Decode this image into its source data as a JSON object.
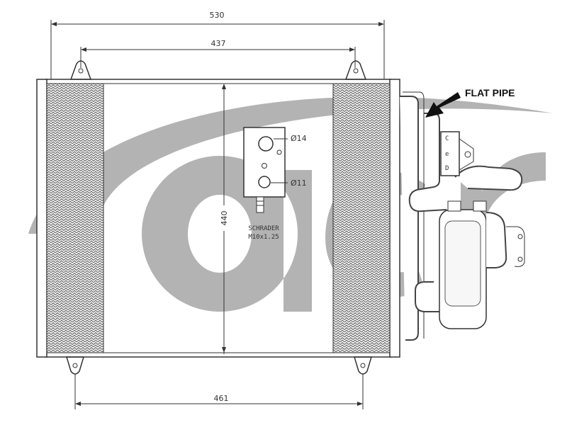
{
  "dimensions": {
    "overall_width": "530",
    "bracket_spacing_top": "437",
    "core_height": "440",
    "bracket_spacing_bottom": "461"
  },
  "callout": {
    "label": "FLAT PIPE"
  },
  "connector_block": {
    "hole_large_label": "Ø14",
    "hole_small_label": "Ø11",
    "valve_label_line1": "SCHRADER",
    "valve_label_line2": "M10x1.25"
  },
  "logo": {
    "color": "#b3b3b3"
  }
}
